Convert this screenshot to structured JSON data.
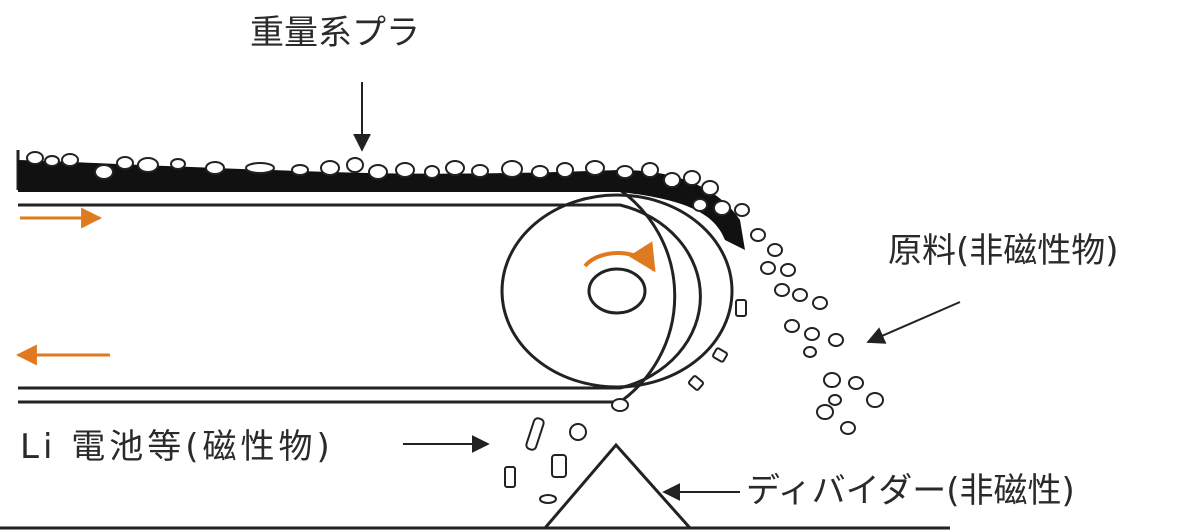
{
  "labels": {
    "top_material": "重量系プラ",
    "raw_material": "原料(非磁性物)",
    "magnetic": "Li 電池等(磁性物)",
    "divider": "ディバイダー(非磁性)"
  },
  "colors": {
    "line": "#222222",
    "belt_fill": "#111111",
    "arrow_accent": "#e07a1e",
    "background": "#ffffff"
  },
  "icons": {
    "rotation": "circular-arrow-icon",
    "flow_left_top": "arrow-right-icon",
    "flow_left_bottom": "arrow-left-icon"
  }
}
